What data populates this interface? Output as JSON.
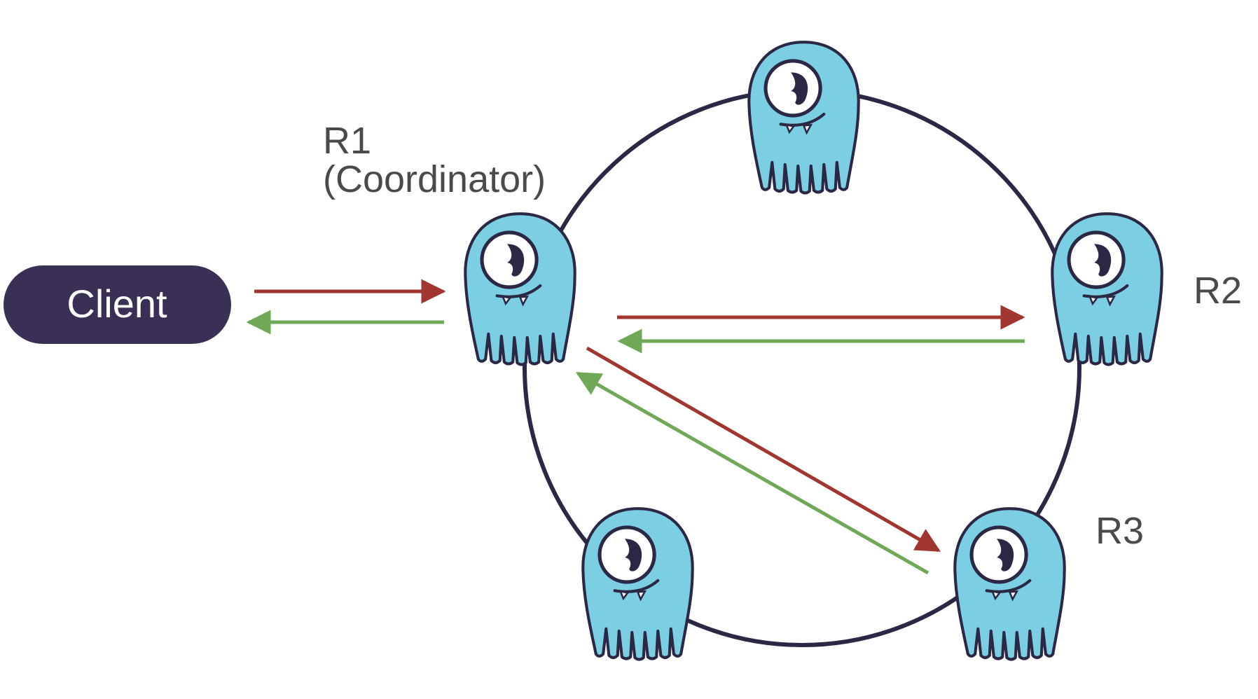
{
  "client": {
    "label": "Client"
  },
  "labels": {
    "r1_line1": "R1",
    "r1_line2": "(Coordinator)",
    "r2": "R2",
    "r3": "R3"
  },
  "colors": {
    "ring": "#2b2845",
    "node_body": "#7ccfe2",
    "node_outline": "#2b2845",
    "eye_white": "#ffffff",
    "request_arrow": "#a0362f",
    "response_arrow": "#6fa857",
    "client_fill": "#3a2f55"
  },
  "icons": {
    "node": "scylla-monster-icon"
  }
}
